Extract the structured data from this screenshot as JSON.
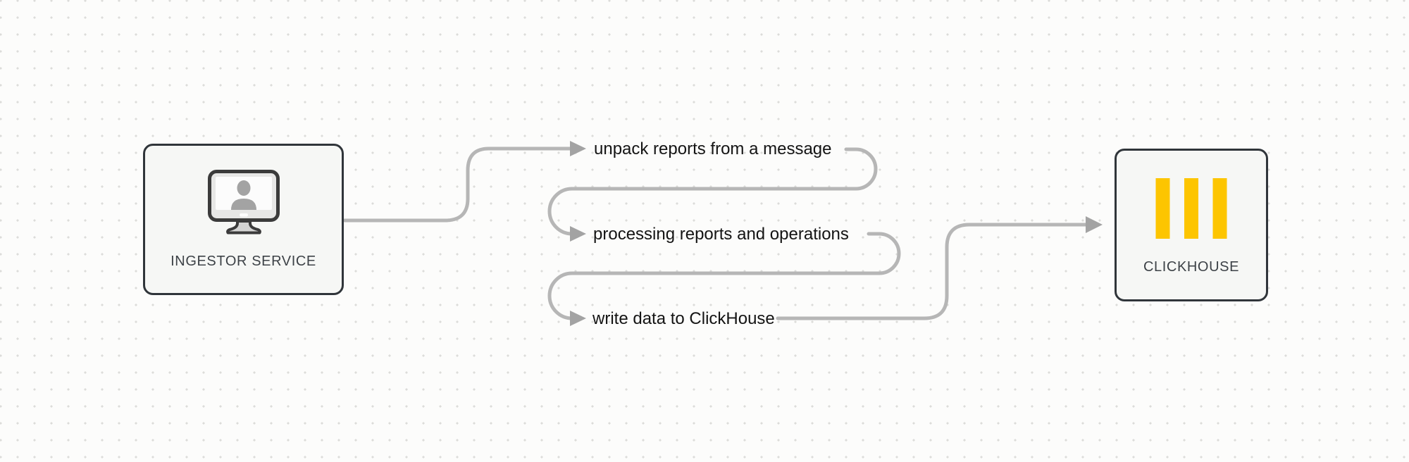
{
  "nodes": {
    "ingestor": {
      "label": "INGESTOR SERVICE",
      "icon": "monitor-user-icon"
    },
    "clickhouse": {
      "label": "CLICKHOUSE",
      "icon": "clickhouse-logo-icon"
    }
  },
  "steps": [
    {
      "label": "unpack reports from a message"
    },
    {
      "label": "processing reports and operations"
    },
    {
      "label": "write data to ClickHouse"
    }
  ],
  "edges": [
    {
      "from": "ingestor-service",
      "to": "step-1"
    },
    {
      "from": "step-1",
      "to": "step-2"
    },
    {
      "from": "step-2",
      "to": "step-3"
    },
    {
      "from": "step-3",
      "to": "clickhouse"
    }
  ],
  "colors": {
    "canvas_bg": "#fcfcfb",
    "dot_color": "#dcdcda",
    "connector_gray": "#b6b6b6",
    "arrowhead_gray": "#a3a3a3",
    "node_border": "#30353a",
    "node_fill": "#f6f7f5",
    "node_label_text": "#3d4247",
    "step_text": "#141414",
    "clickhouse_yellow": "#fdc500"
  }
}
